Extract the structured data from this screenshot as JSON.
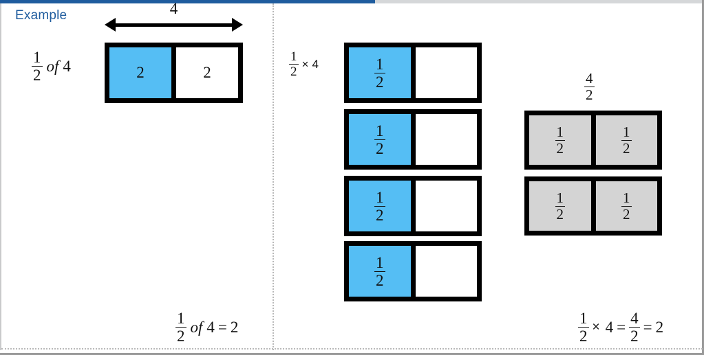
{
  "page": {
    "title_label": "Example",
    "accent_color": "#1F5C9E",
    "fill_blue": "#55BEF4",
    "fill_gray": "#D4D4D4",
    "fill_white": "#FFFFFF",
    "stroke": "#000000"
  },
  "left_panel": {
    "expression": {
      "numerator": "1",
      "denominator": "2",
      "operator": "of",
      "operand": "4"
    },
    "dimension": {
      "label": "4"
    },
    "bar": {
      "cells": [
        {
          "value": "2",
          "fill": "blue"
        },
        {
          "value": "2",
          "fill": "white"
        }
      ]
    },
    "result_equation": {
      "numerator": "1",
      "denominator": "2",
      "operator": "of",
      "operand": "4",
      "equals": "=",
      "result": "2"
    }
  },
  "middle_panel": {
    "expression": {
      "numerator": "1",
      "denominator": "2",
      "operator": "×",
      "operand": "4"
    },
    "bars": [
      {
        "cells": [
          {
            "numerator": "1",
            "denominator": "2",
            "fill": "blue"
          },
          {
            "numerator": "",
            "denominator": "",
            "fill": "white"
          }
        ]
      },
      {
        "cells": [
          {
            "numerator": "1",
            "denominator": "2",
            "fill": "blue"
          },
          {
            "numerator": "",
            "denominator": "",
            "fill": "white"
          }
        ]
      },
      {
        "cells": [
          {
            "numerator": "1",
            "denominator": "2",
            "fill": "blue"
          },
          {
            "numerator": "",
            "denominator": "",
            "fill": "white"
          }
        ]
      },
      {
        "cells": [
          {
            "numerator": "1",
            "denominator": "2",
            "fill": "blue"
          },
          {
            "numerator": "",
            "denominator": "",
            "fill": "white"
          }
        ]
      }
    ]
  },
  "right_panel": {
    "total_label": {
      "numerator": "4",
      "denominator": "2"
    },
    "bars": [
      {
        "cells": [
          {
            "numerator": "1",
            "denominator": "2",
            "fill": "gray"
          },
          {
            "numerator": "1",
            "denominator": "2",
            "fill": "gray"
          }
        ]
      },
      {
        "cells": [
          {
            "numerator": "1",
            "denominator": "2",
            "fill": "gray"
          },
          {
            "numerator": "1",
            "denominator": "2",
            "fill": "gray"
          }
        ]
      }
    ],
    "result_equation": {
      "numerator": "1",
      "denominator": "2",
      "operator": "×",
      "operand": "4",
      "equals1": "=",
      "res_numerator": "4",
      "res_denominator": "2",
      "equals2": "=",
      "result": "2"
    }
  },
  "chart_data": {
    "type": "diagram",
    "title": "Example: one half of four",
    "models": [
      {
        "name": "partitive-model",
        "expression": "1/2 of 4",
        "total": 4,
        "parts": 2,
        "part_value": 2,
        "shaded_parts": 1,
        "cells": [
          2,
          2
        ],
        "shaded_index": [
          0
        ],
        "result": 2
      },
      {
        "name": "repeated-halves-model",
        "expression": "1/2 × 4",
        "groups": 4,
        "cells_per_group": 2,
        "shaded_per_group": 1,
        "cell_value": "1/2",
        "shaded_total": "4 × 1/2",
        "result": 2
      },
      {
        "name": "collected-halves-model",
        "label": "4/2",
        "rows": 2,
        "cells_per_row": 2,
        "cell_value": "1/2",
        "total_cells": 4,
        "result": 2
      }
    ]
  }
}
